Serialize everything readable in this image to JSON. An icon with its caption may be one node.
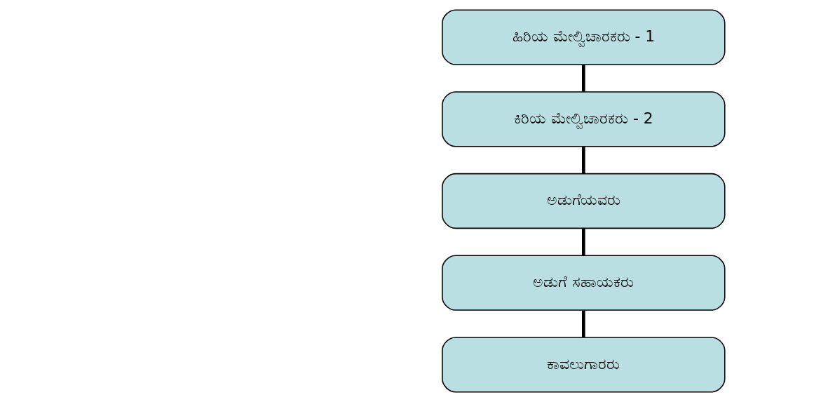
{
  "diagram": {
    "nodes": [
      {
        "text": [
          "ಹಿರಿಯ ಮೇಲ್ವಿಚಾರಕರು - 1"
        ]
      },
      {
        "text": [
          "ಕಿರಿಯ ಮೇಲ್ವಿಚಾರಕರು - 2"
        ]
      },
      {
        "text": [
          "ಅಡುಗೆಯವರು"
        ]
      },
      {
        "text": [
          "ಅಡುಗೆ ಸಹಾಯಕರು"
        ]
      },
      {
        "text": [
          "ಕಾವಲುಗಾರರು"
        ]
      }
    ],
    "edges": [
      {
        "from": 0,
        "to": 1,
        "arrow": "none"
      },
      {
        "from": 1,
        "to": 2,
        "arrow": "none"
      },
      {
        "from": 2,
        "to": 3,
        "arrow": "none"
      },
      {
        "from": 3,
        "to": 4,
        "arrow": "none"
      }
    ]
  }
}
